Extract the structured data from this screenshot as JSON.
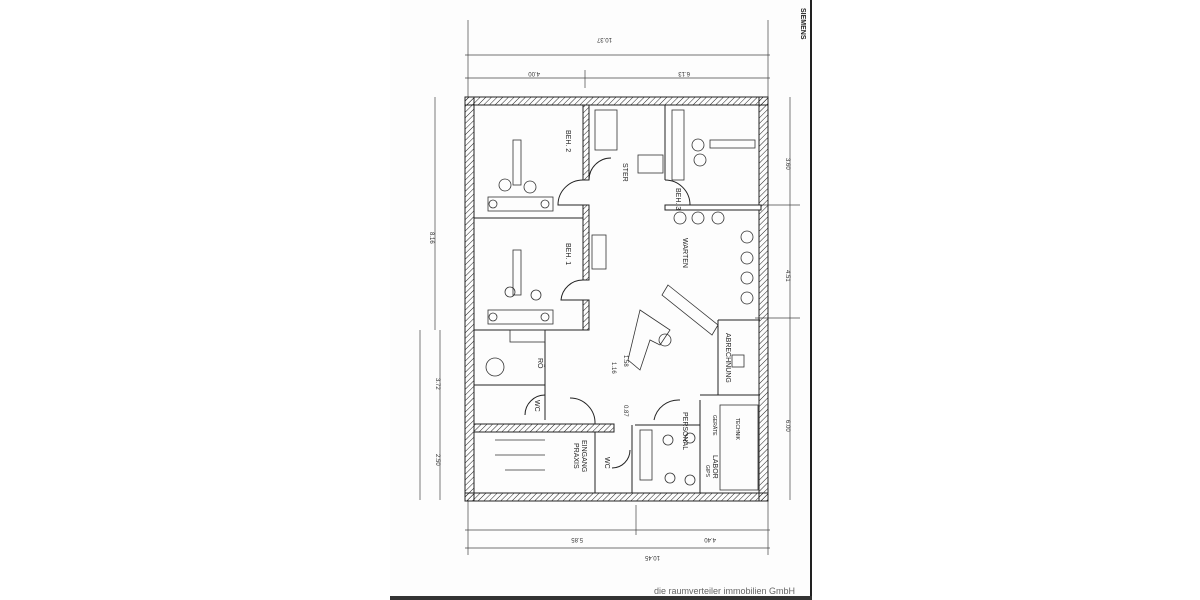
{
  "plan": {
    "rooms": [
      "BEH. 2",
      "BEH. 1",
      "BEH. 3",
      "STER",
      "WARTEN",
      "ABRECHNUNG",
      "RÖ",
      "WC",
      "PRAXIS",
      "EINGANG",
      "WC",
      "PERSONAL",
      "LABOR",
      "GERÄTE",
      "TECHNIK",
      "GIPS"
    ],
    "dimensions": {
      "top_total": "10.37",
      "top_left": "4.00",
      "top_right": "6.13",
      "left_upper": "8.16",
      "left_mid": "3.72",
      "left_lower": "2.50",
      "right_top": "3.60",
      "right_mid": "4.51",
      "right_bottom": "6.00",
      "bottom_left": "5.85",
      "bottom_right": "4.40",
      "bottom_total": "10.45",
      "inner_a": "1.16",
      "inner_b": "1.58",
      "inner_c": "0.87"
    },
    "stamp": "SIEMENS"
  },
  "watermark": "die raumverteiler immobilien GmbH"
}
